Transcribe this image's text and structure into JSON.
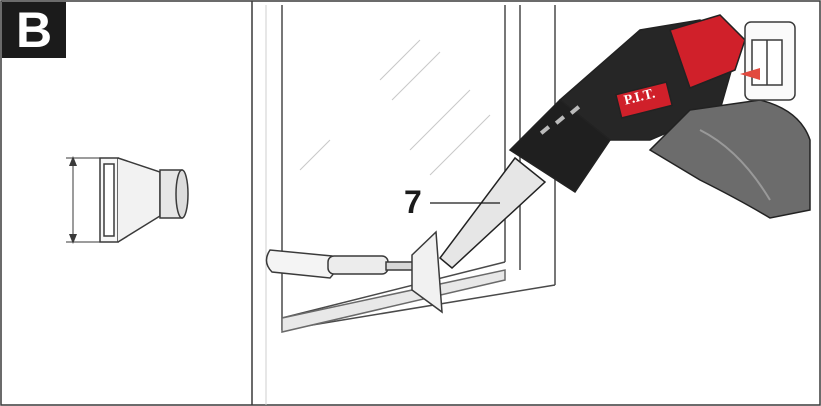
{
  "step_label": "B",
  "callout_number": "7",
  "brand_text": "P.I.T.",
  "colors": {
    "outline": "#3a3a3a",
    "tool_red": "#d0202a",
    "tool_black": "#1f1f1f",
    "tool_gray": "#6c6c6c",
    "nozzle": "#d9d9d9"
  }
}
